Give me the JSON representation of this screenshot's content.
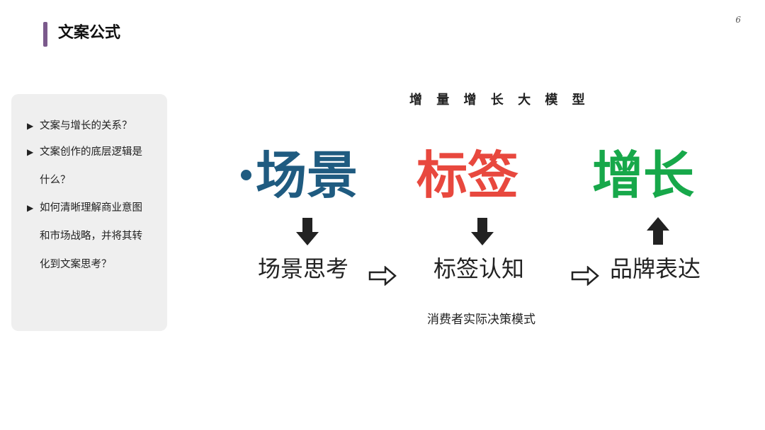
{
  "header": {
    "title": "文案公式",
    "page_number": "6"
  },
  "sidebar": {
    "questions": [
      "文案与增长的关系？",
      "文案创作的底层逻辑是什么？",
      "如何清晰理解商业意图和市场战略，并将其转化到文案思考？"
    ]
  },
  "model": {
    "title": "增 量 增 长 大 模 型",
    "keywords": [
      "场景",
      "标签",
      "增长"
    ],
    "steps": [
      "场景思考",
      "标签认知",
      "品牌表达"
    ],
    "caption": "消费者实际决策模式"
  },
  "colors": {
    "accent_bar": "#7b5a8c",
    "scene": "#1f5b80",
    "tag": "#e8483e",
    "growth": "#17a84a"
  }
}
